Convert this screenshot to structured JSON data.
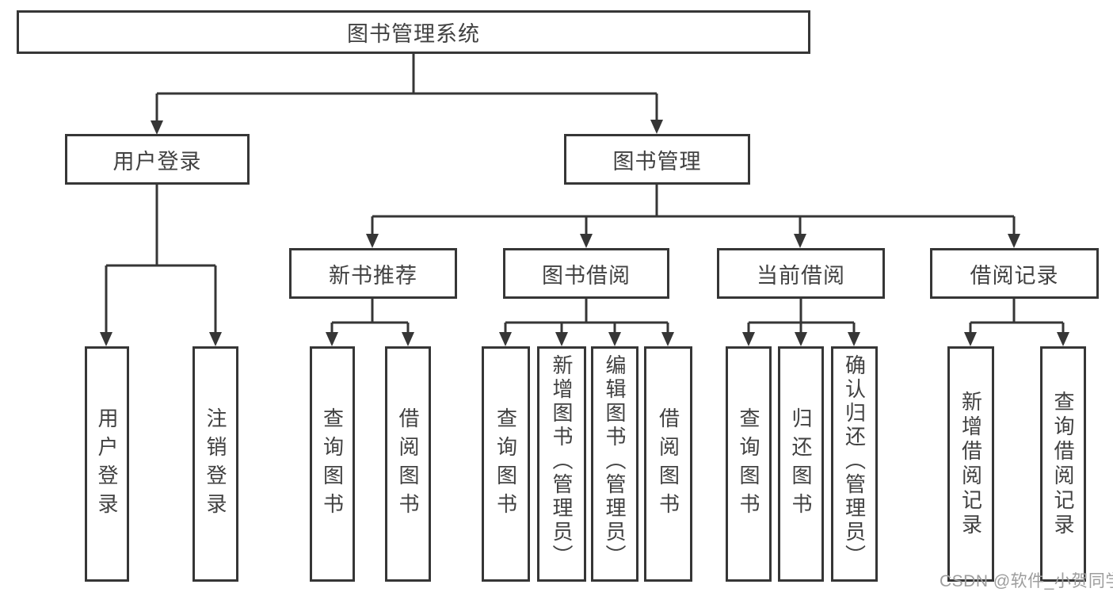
{
  "diagram_type": "hierarchy-tree",
  "colors": {
    "line": "#363636",
    "box_border": "#363636",
    "box_fill": "#ffffff",
    "text": "#414141",
    "watermark": "#9d9d9d",
    "background": "#ffffff"
  },
  "watermark": {
    "text": "CSDN @软件_小贺同学"
  },
  "tree": {
    "label": "图书管理系统",
    "children": [
      {
        "label": "用户登录",
        "children": [
          {
            "label": "用户登录"
          },
          {
            "label": "注销登录"
          }
        ]
      },
      {
        "label": "图书管理",
        "children": [
          {
            "label": "新书推荐",
            "children": [
              {
                "label": "查询图书"
              },
              {
                "label": "借阅图书"
              }
            ]
          },
          {
            "label": "图书借阅",
            "children": [
              {
                "label": "查询图书"
              },
              {
                "label": "新增图书（管理员）"
              },
              {
                "label": "编辑图书（管理员）"
              },
              {
                "label": "借阅图书"
              }
            ]
          },
          {
            "label": "当前借阅",
            "children": [
              {
                "label": "查询图书"
              },
              {
                "label": "归还图书"
              },
              {
                "label": "确认归还（管理员）"
              }
            ]
          },
          {
            "label": "借阅记录",
            "children": [
              {
                "label": "新增借阅记录"
              },
              {
                "label": "查询借阅记录"
              }
            ]
          }
        ]
      }
    ]
  }
}
